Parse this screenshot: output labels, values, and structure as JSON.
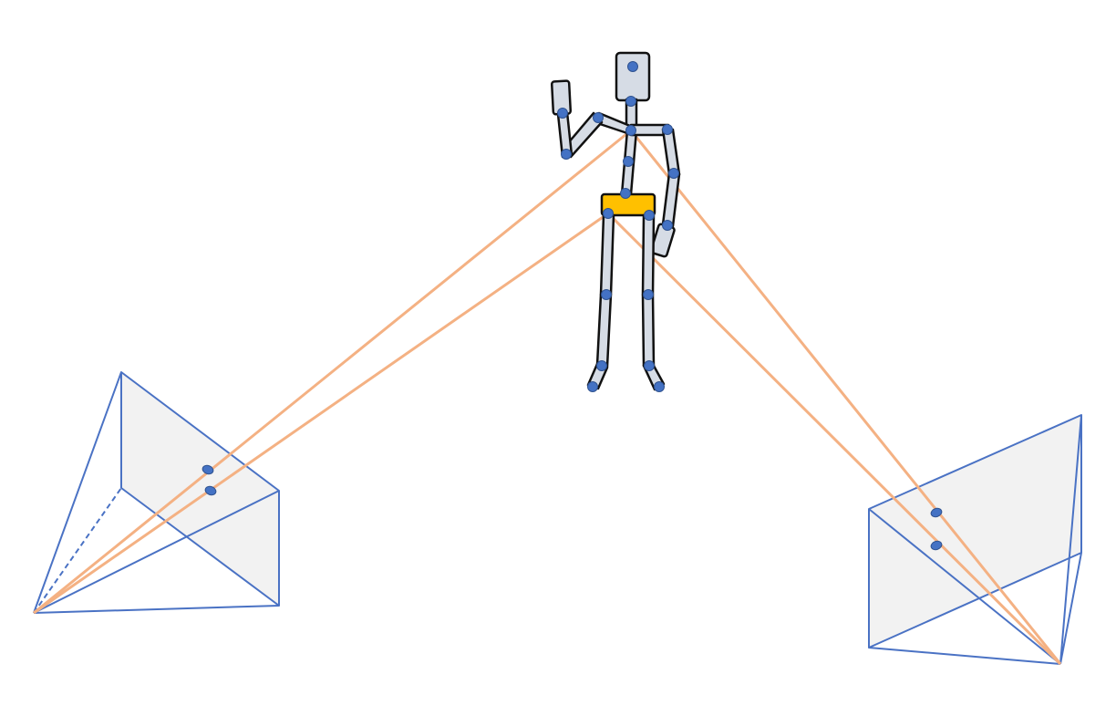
{
  "colors": {
    "camera_outline": "#4a72c4",
    "camera_face": "#f2f2f2",
    "ray": "#f4b183",
    "bone_fill": "#d6dce5",
    "bone_outline": "#111111",
    "joint": "#4472c4",
    "pelvis": "#ffc000",
    "background": "#ffffff"
  },
  "scene": {
    "cameras": [
      "left-camera-frustum",
      "right-camera-frustum"
    ],
    "subject": "stick-figure-skeleton",
    "rays_per_camera": 2
  }
}
